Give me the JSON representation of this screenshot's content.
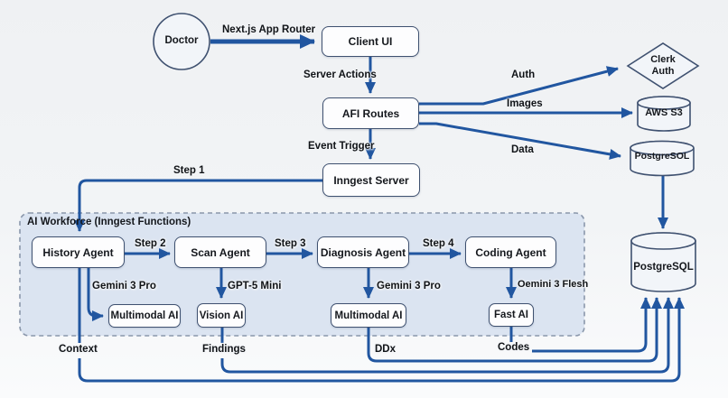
{
  "colors": {
    "line": "#2156a0",
    "node_border": "#3f5170",
    "node_fill": "#fdfdfe",
    "workforce_fill": "#dbe4f1",
    "workforce_border": "#8a97ab",
    "background": "#f2f4f6",
    "text": "#101317"
  },
  "nodes": {
    "doctor": "Doctor",
    "client_ui": "Client UI",
    "api_routes": "AFI Routes",
    "inngest_server": "Inngest Server",
    "clerk_auth": "Clerk Auth",
    "aws_s3": "AWS S3",
    "postgres_small": "PostgreSOL",
    "postgres_main": "PostgreSQL",
    "workforce_title": "AI Workforce (Inngest Functions)",
    "history_agent": "History Agent",
    "scan_agent": "Scan Agent",
    "diagnosis_agent": "Diagnosis Agent",
    "coding_agent": "Coding Agent",
    "multimodal_ai_1": "Multimodal AI",
    "vision_ai": "Vision AI",
    "multimodal_ai_2": "Multimodal AI",
    "fast_ai": "Fast AI"
  },
  "edge_labels": {
    "nextjs_router": "Next.js App Router",
    "server_actions": "Server Actions",
    "event_trigger": "Event Trigger",
    "auth": "Auth",
    "images": "Images",
    "data": "Data",
    "step1": "Step 1",
    "step2": "Step 2",
    "step3": "Step 3",
    "step4": "Step 4",
    "model_history": "Gemini 3 Pro",
    "model_scan": "GPT-5 Mini",
    "model_diagnosis": "Gemini 3 Pro",
    "model_coding": "Oemini 3 Flesh",
    "context": "Context",
    "findings": "Findings",
    "ddx": "DDx",
    "codes": "Codes"
  }
}
